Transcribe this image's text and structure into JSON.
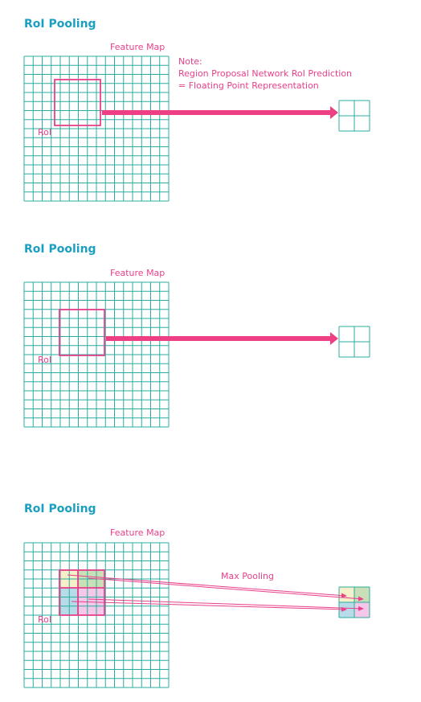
{
  "panels": [
    {
      "title": "RoI Pooling",
      "feature_map_label": "Feature Map",
      "roi_label": "RoI",
      "note": [
        "Note:",
        "Region Proposal Network RoI Prediction",
        "= Floating Point Representation"
      ]
    },
    {
      "title": "RoI Pooling",
      "feature_map_label": "Feature Map",
      "roi_label": "RoI"
    },
    {
      "title": "RoI Pooling",
      "feature_map_label": "Feature Map",
      "roi_label": "RoI",
      "op_label": "Max Pooling"
    }
  ],
  "colors": {
    "title": "#1a9fc0",
    "grid": "#2aada0",
    "accent": "#e8408a",
    "cell_yellow": "#f6efc9",
    "cell_green": "#c8dfb8",
    "cell_blue": "#b8dbe8",
    "cell_pink": "#f4c8e8"
  }
}
